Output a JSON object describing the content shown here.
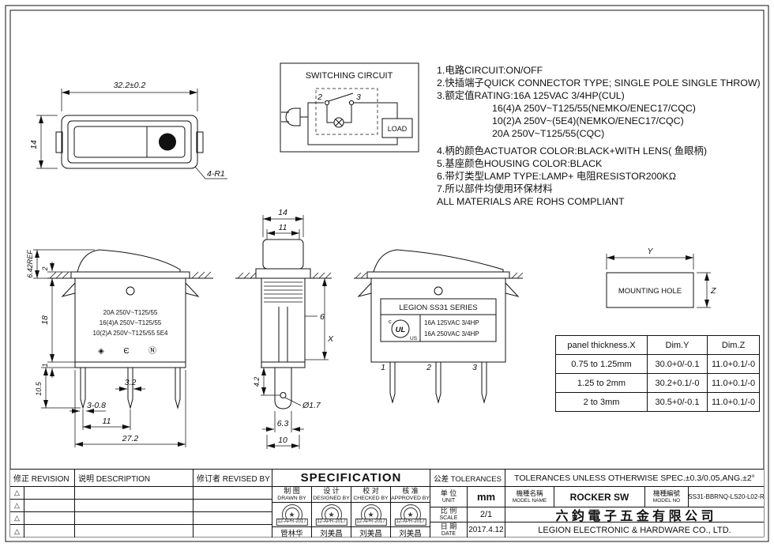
{
  "colors": {
    "ink": "#111111",
    "stamp": "#3a3a3a"
  },
  "front_view": {
    "dim_width": "32.2±0.2",
    "dim_height": "14",
    "corner_label": "4-R1"
  },
  "circuit": {
    "title": "SWITCHING CIRCUIT",
    "load_label": "LOAD",
    "terminal_left": "2",
    "terminal_right": "3"
  },
  "notes": {
    "lines": [
      "1.电路CIRCUIT:ON/OFF",
      "2.快插端子QUICK CONNECTOR  TYPE; SINGLE POLE SINGLE THROW)",
      "3.额定值RATING:16A 125VAC 3/4HP(CUL)",
      "16(4)A 250V~T125/55(NEMKO/ENEC17/CQC)",
      "10(2)A 250V~(5E4)(NEMKO/ENEC17/CQC)",
      "20A 250V~T125/55(CQC)",
      "4.柄的颜色ACTUATOR COLOR:BLACK+WITH LENS( 鱼眼柄)",
      "5.基座颜色HOUSING COLOR:BLACK",
      "6.带灯类型LAMP TYPE:LAMP+ 电阻RESISTOR200KΩ",
      "7.所以部件均使用环保材料",
      "ALL MATERIALS ARE ROHS COMPLIANT"
    ]
  },
  "side_view": {
    "dim_ref_height": "6.42REF",
    "dim_bezel": "2",
    "dim_body": "18",
    "dim_lip": "1",
    "dim_terminal": "10.5",
    "dim_offset": "3.2",
    "dim_thickness": "3-0.8",
    "dim_pitch": "11",
    "dim_width": "27.2",
    "ratings": [
      "20A 250V~T125/55",
      "16(4)A 250V~T125/55",
      "10(2)A 250V~T125/55 5E4"
    ],
    "cert_marks": [
      "◈",
      "Є",
      "Ⓝ"
    ]
  },
  "center_view": {
    "dim_top": "14",
    "dim_inner": "11",
    "dim_depth": "6",
    "dim_panel": "X",
    "dim_hole_offset": "4.2",
    "dim_hole": "Ø1.7",
    "dim_tab": "6.3",
    "dim_base": "10"
  },
  "right_view": {
    "series_label": "LEGION SS31 SERIES",
    "ul_c": "c",
    "ul_mark": "UL",
    "ul_us": "US",
    "rating_1": "16A 125VAC 3/4HP",
    "rating_2": "16A 250VAC 3/4HP",
    "terminals": [
      "1",
      "2",
      "3"
    ]
  },
  "mounting_hole": {
    "label": "MOUNTING HOLE",
    "dim_y": "Y",
    "dim_z": "Z"
  },
  "dim_table": {
    "headers": [
      "panel thickness.X",
      "Dim.Y",
      "Dim.Z"
    ],
    "rows": [
      [
        "0.75 to 1.25mm",
        "30.0+0/-0.1",
        "11.0+0.1/-0"
      ],
      [
        "1.25 to 2mm",
        "30.2+0.1/-0",
        "11.0+0.1/-0"
      ],
      [
        "2 to 3mm",
        "30.5+0/-0.1",
        "11.0+0.1/-0"
      ]
    ]
  },
  "title_block": {
    "revision_label": "修正 REVISION",
    "description_label": "说明 DESCRIPTION",
    "revised_by_label": "修订者 REVISED BY",
    "specification_label": "SPECIFICATION",
    "tolerance_label": "公差 TOLERANCES",
    "tolerance_note": "TOLERANCES UNLESS OTHERWISE SPEC.±0.3/0.05,ANG.±2°",
    "revision_marks": [
      "△",
      "△",
      "△",
      "△"
    ],
    "sign_columns": [
      {
        "cn": "制  图",
        "en": "DRAWN BY",
        "date": "12-APR-2017",
        "name": "管林华"
      },
      {
        "cn": "设  计",
        "en": "DESIGNED BY",
        "date": "12-APR-2017",
        "name": "刘美昌"
      },
      {
        "cn": "校  对",
        "en": "CHECKED BY",
        "date": "12-APR-2017",
        "name": "刘美昌"
      },
      {
        "cn": "核  准",
        "en": "APPROVED BY",
        "date": "12-APR-2017",
        "name": "刘美昌"
      }
    ],
    "stamp_symbol": "★",
    "unit_cn": "单 位",
    "unit_en": "UNIT",
    "unit_value": "mm",
    "scale_cn": "比 例",
    "scale_en": "SCALE",
    "scale_value": "2/1",
    "date_cn": "日 期",
    "date_en": "DATE",
    "date_value": "2017.4.12",
    "model_name_cn": "機種名稱",
    "model_name_en": "MODEL NAME",
    "model_name_value": "ROCKER SW",
    "model_no_cn": "機種編號",
    "model_no_en": "MODEL NO",
    "model_no_value": "SS31-BBRNQ-LS20-L02-R",
    "company_cn": "六 鈞 電 子 五 金 有 限 公 司",
    "company_en": "LEGION ELECTRONIC & HARDWARE CO., LTD."
  }
}
